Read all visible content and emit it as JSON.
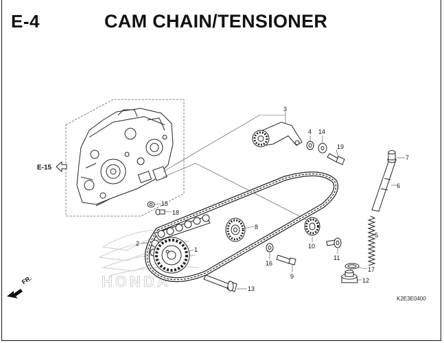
{
  "header": {
    "section": "E-4",
    "title": "CAM CHAIN/TENSIONER"
  },
  "reference": {
    "label": "E-15"
  },
  "direction": {
    "label": "FR."
  },
  "diagram_code": "K2E3E0400",
  "watermark": "HONDA",
  "callouts": [
    "1",
    "2",
    "3",
    "4",
    "5",
    "6",
    "7",
    "8",
    "9",
    "10",
    "11",
    "12",
    "13",
    "14",
    "15",
    "16",
    "17",
    "18",
    "19"
  ]
}
